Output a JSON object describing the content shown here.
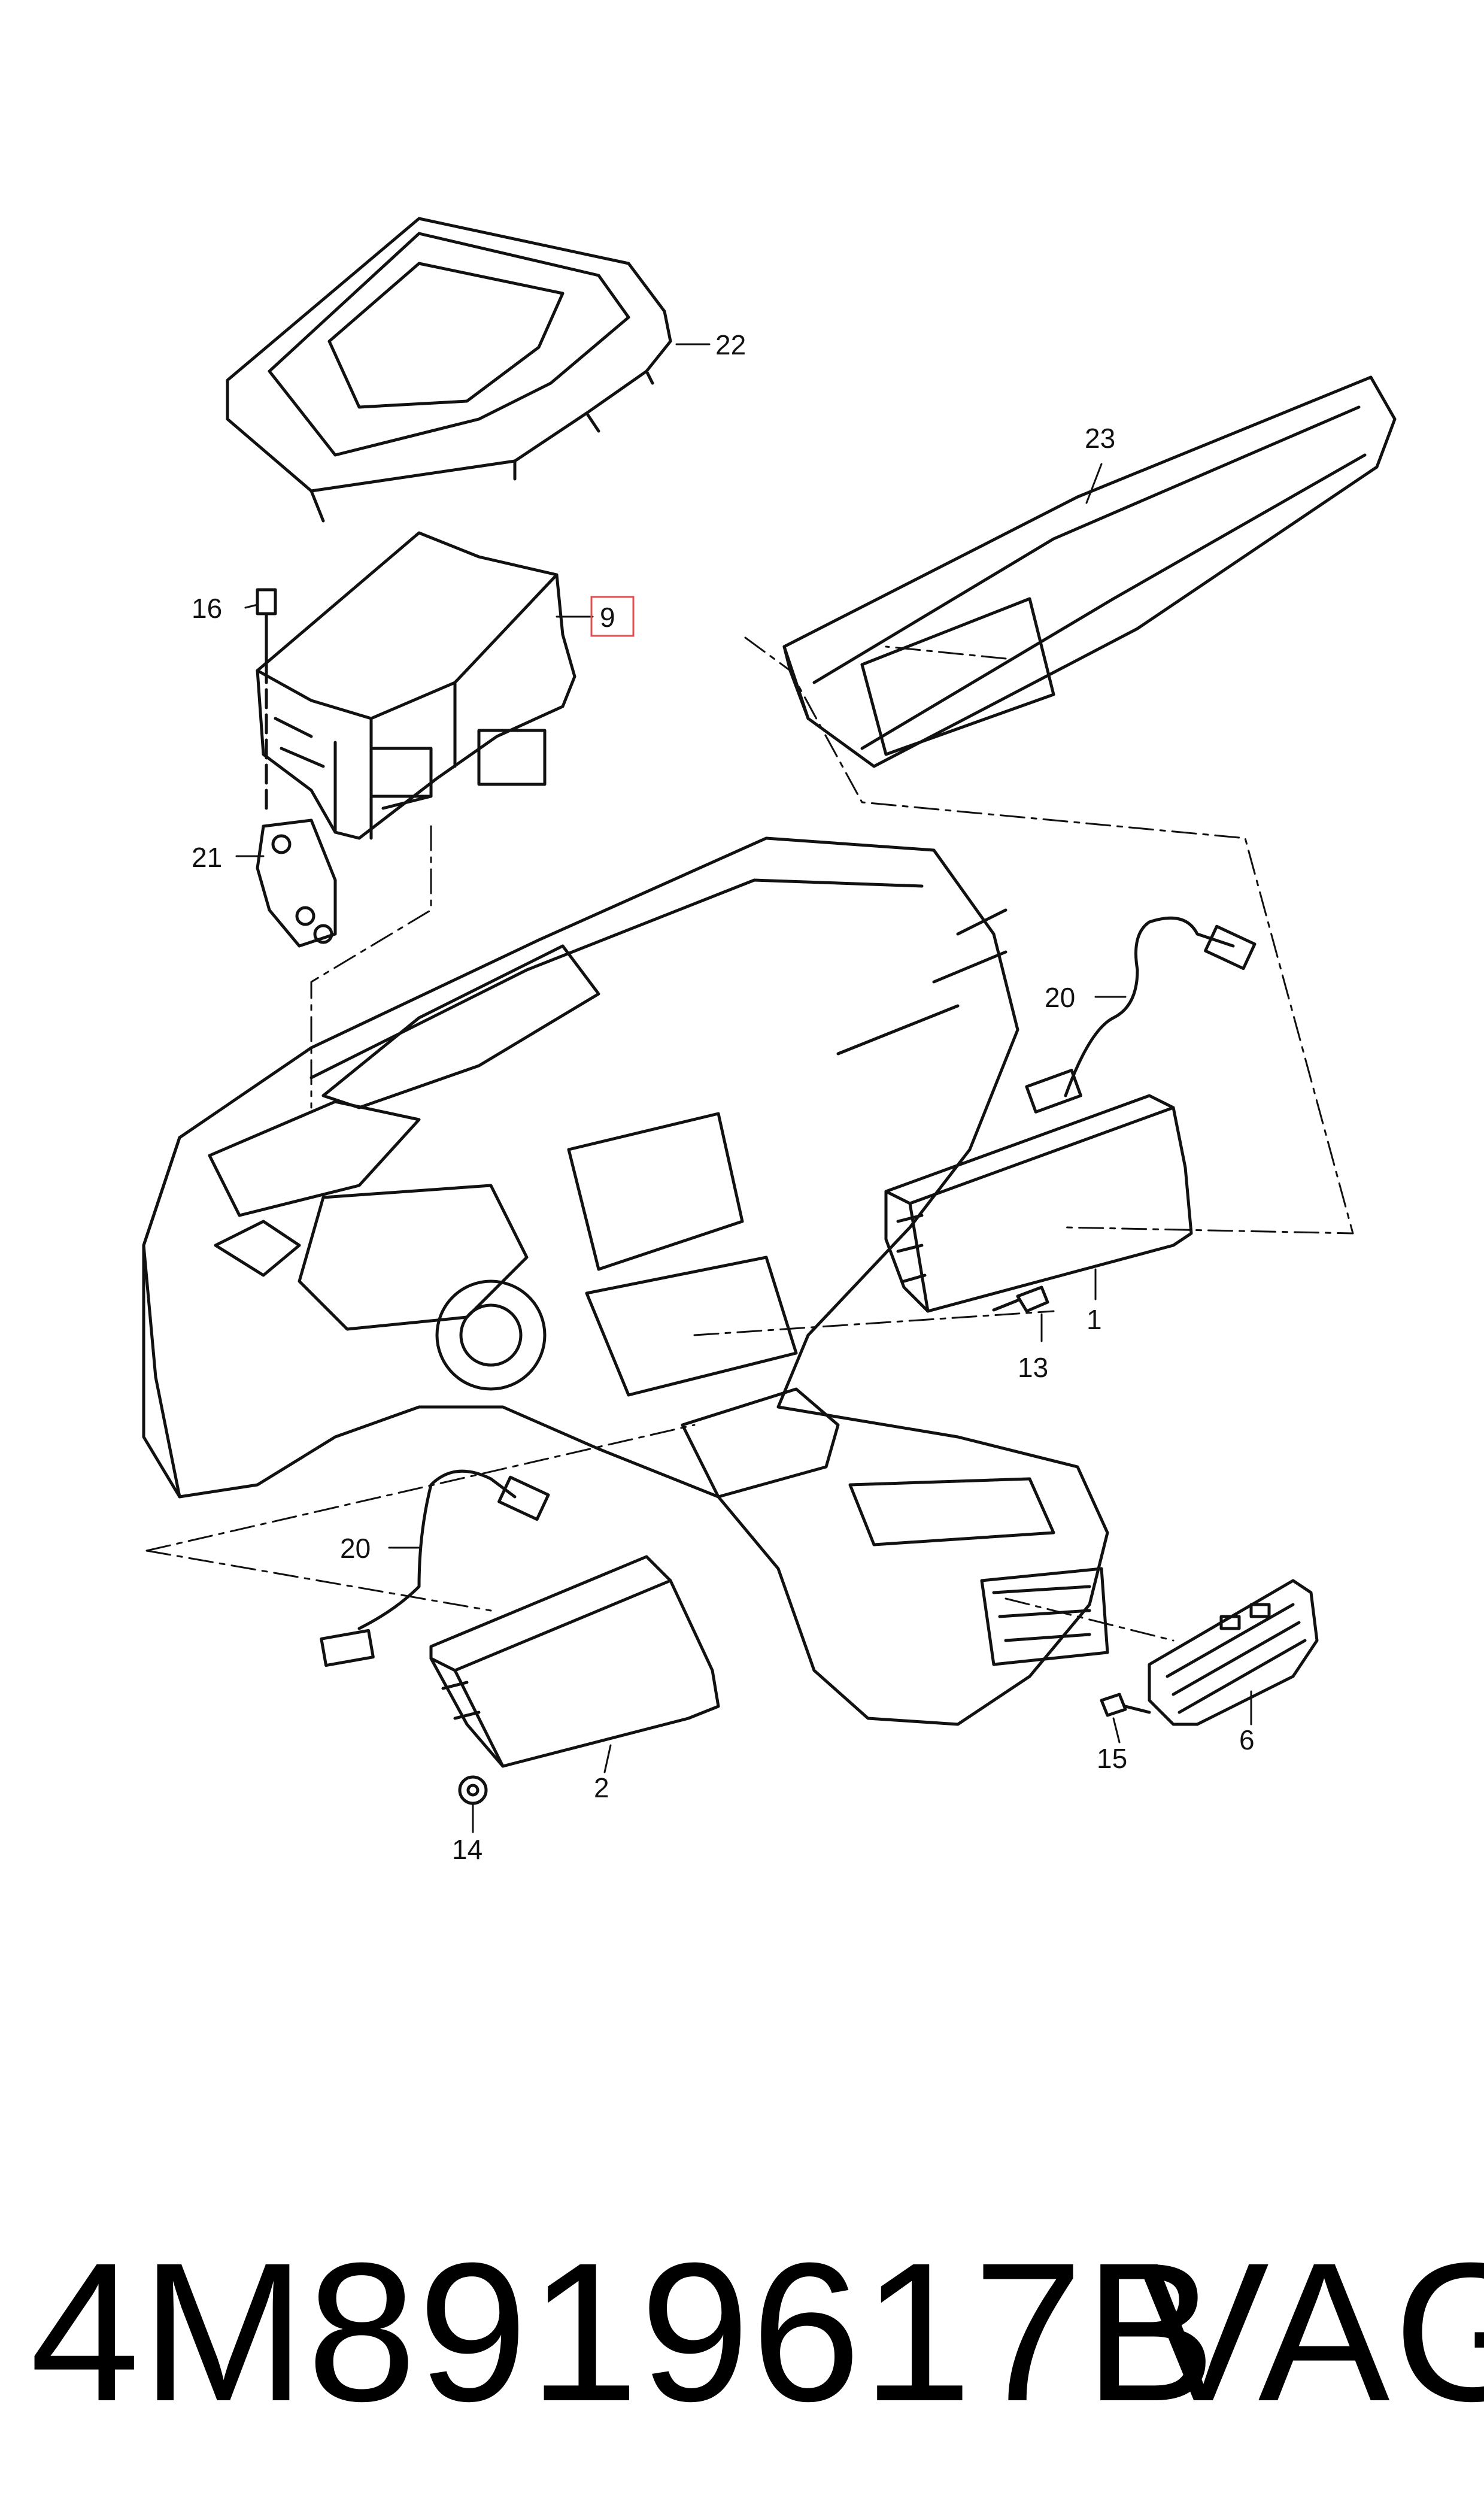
{
  "diagram": {
    "callouts": [
      {
        "id": "c22",
        "label": "22"
      },
      {
        "id": "c23",
        "label": "23"
      },
      {
        "id": "c16",
        "label": "16"
      },
      {
        "id": "c9",
        "label": "9",
        "highlighted": true
      },
      {
        "id": "c21",
        "label": "21"
      },
      {
        "id": "c20a",
        "label": "20"
      },
      {
        "id": "c1",
        "label": "1"
      },
      {
        "id": "c13",
        "label": "13"
      },
      {
        "id": "c20b",
        "label": "20"
      },
      {
        "id": "c2",
        "label": "2"
      },
      {
        "id": "c14",
        "label": "14"
      },
      {
        "id": "c15",
        "label": "15"
      },
      {
        "id": "c6",
        "label": "6"
      }
    ],
    "highlight_color": "#e05050",
    "line_color": "#111111"
  },
  "footer": {
    "part_number": "4M8919617B",
    "brand": "VAG"
  }
}
